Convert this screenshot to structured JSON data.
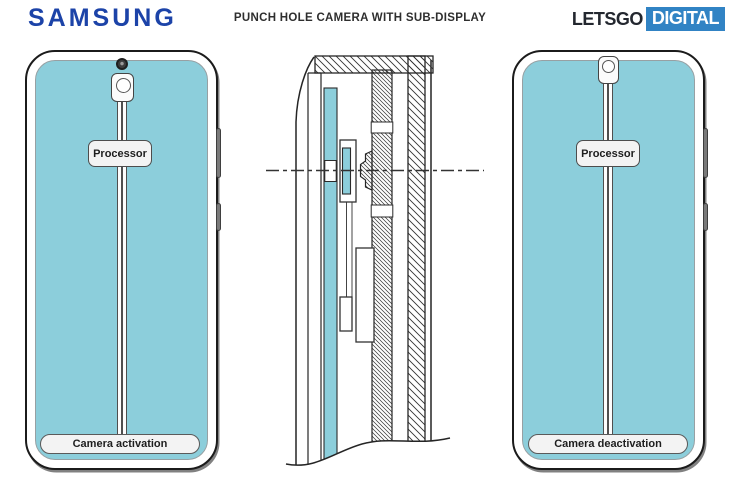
{
  "header": {
    "brand": "SAMSUNG",
    "title": "PUNCH HOLE CAMERA WITH SUB-DISPLAY",
    "publisher": {
      "name_left": "LETSGO",
      "name_right": "DIGITAL"
    }
  },
  "left_phone": {
    "processor_label": "Processor",
    "action_button": "Camera activation"
  },
  "right_phone": {
    "processor_label": "Processor",
    "action_button": "Camera deactivation"
  },
  "colors": {
    "screen_teal": "#8CCEDB",
    "samsung_blue": "#1C43A8",
    "publisher_dark": "#23272F",
    "publisher_blue": "#3183C4",
    "label_bg": "#F3F3F3",
    "side_button_gray": "#7A7A7A"
  }
}
